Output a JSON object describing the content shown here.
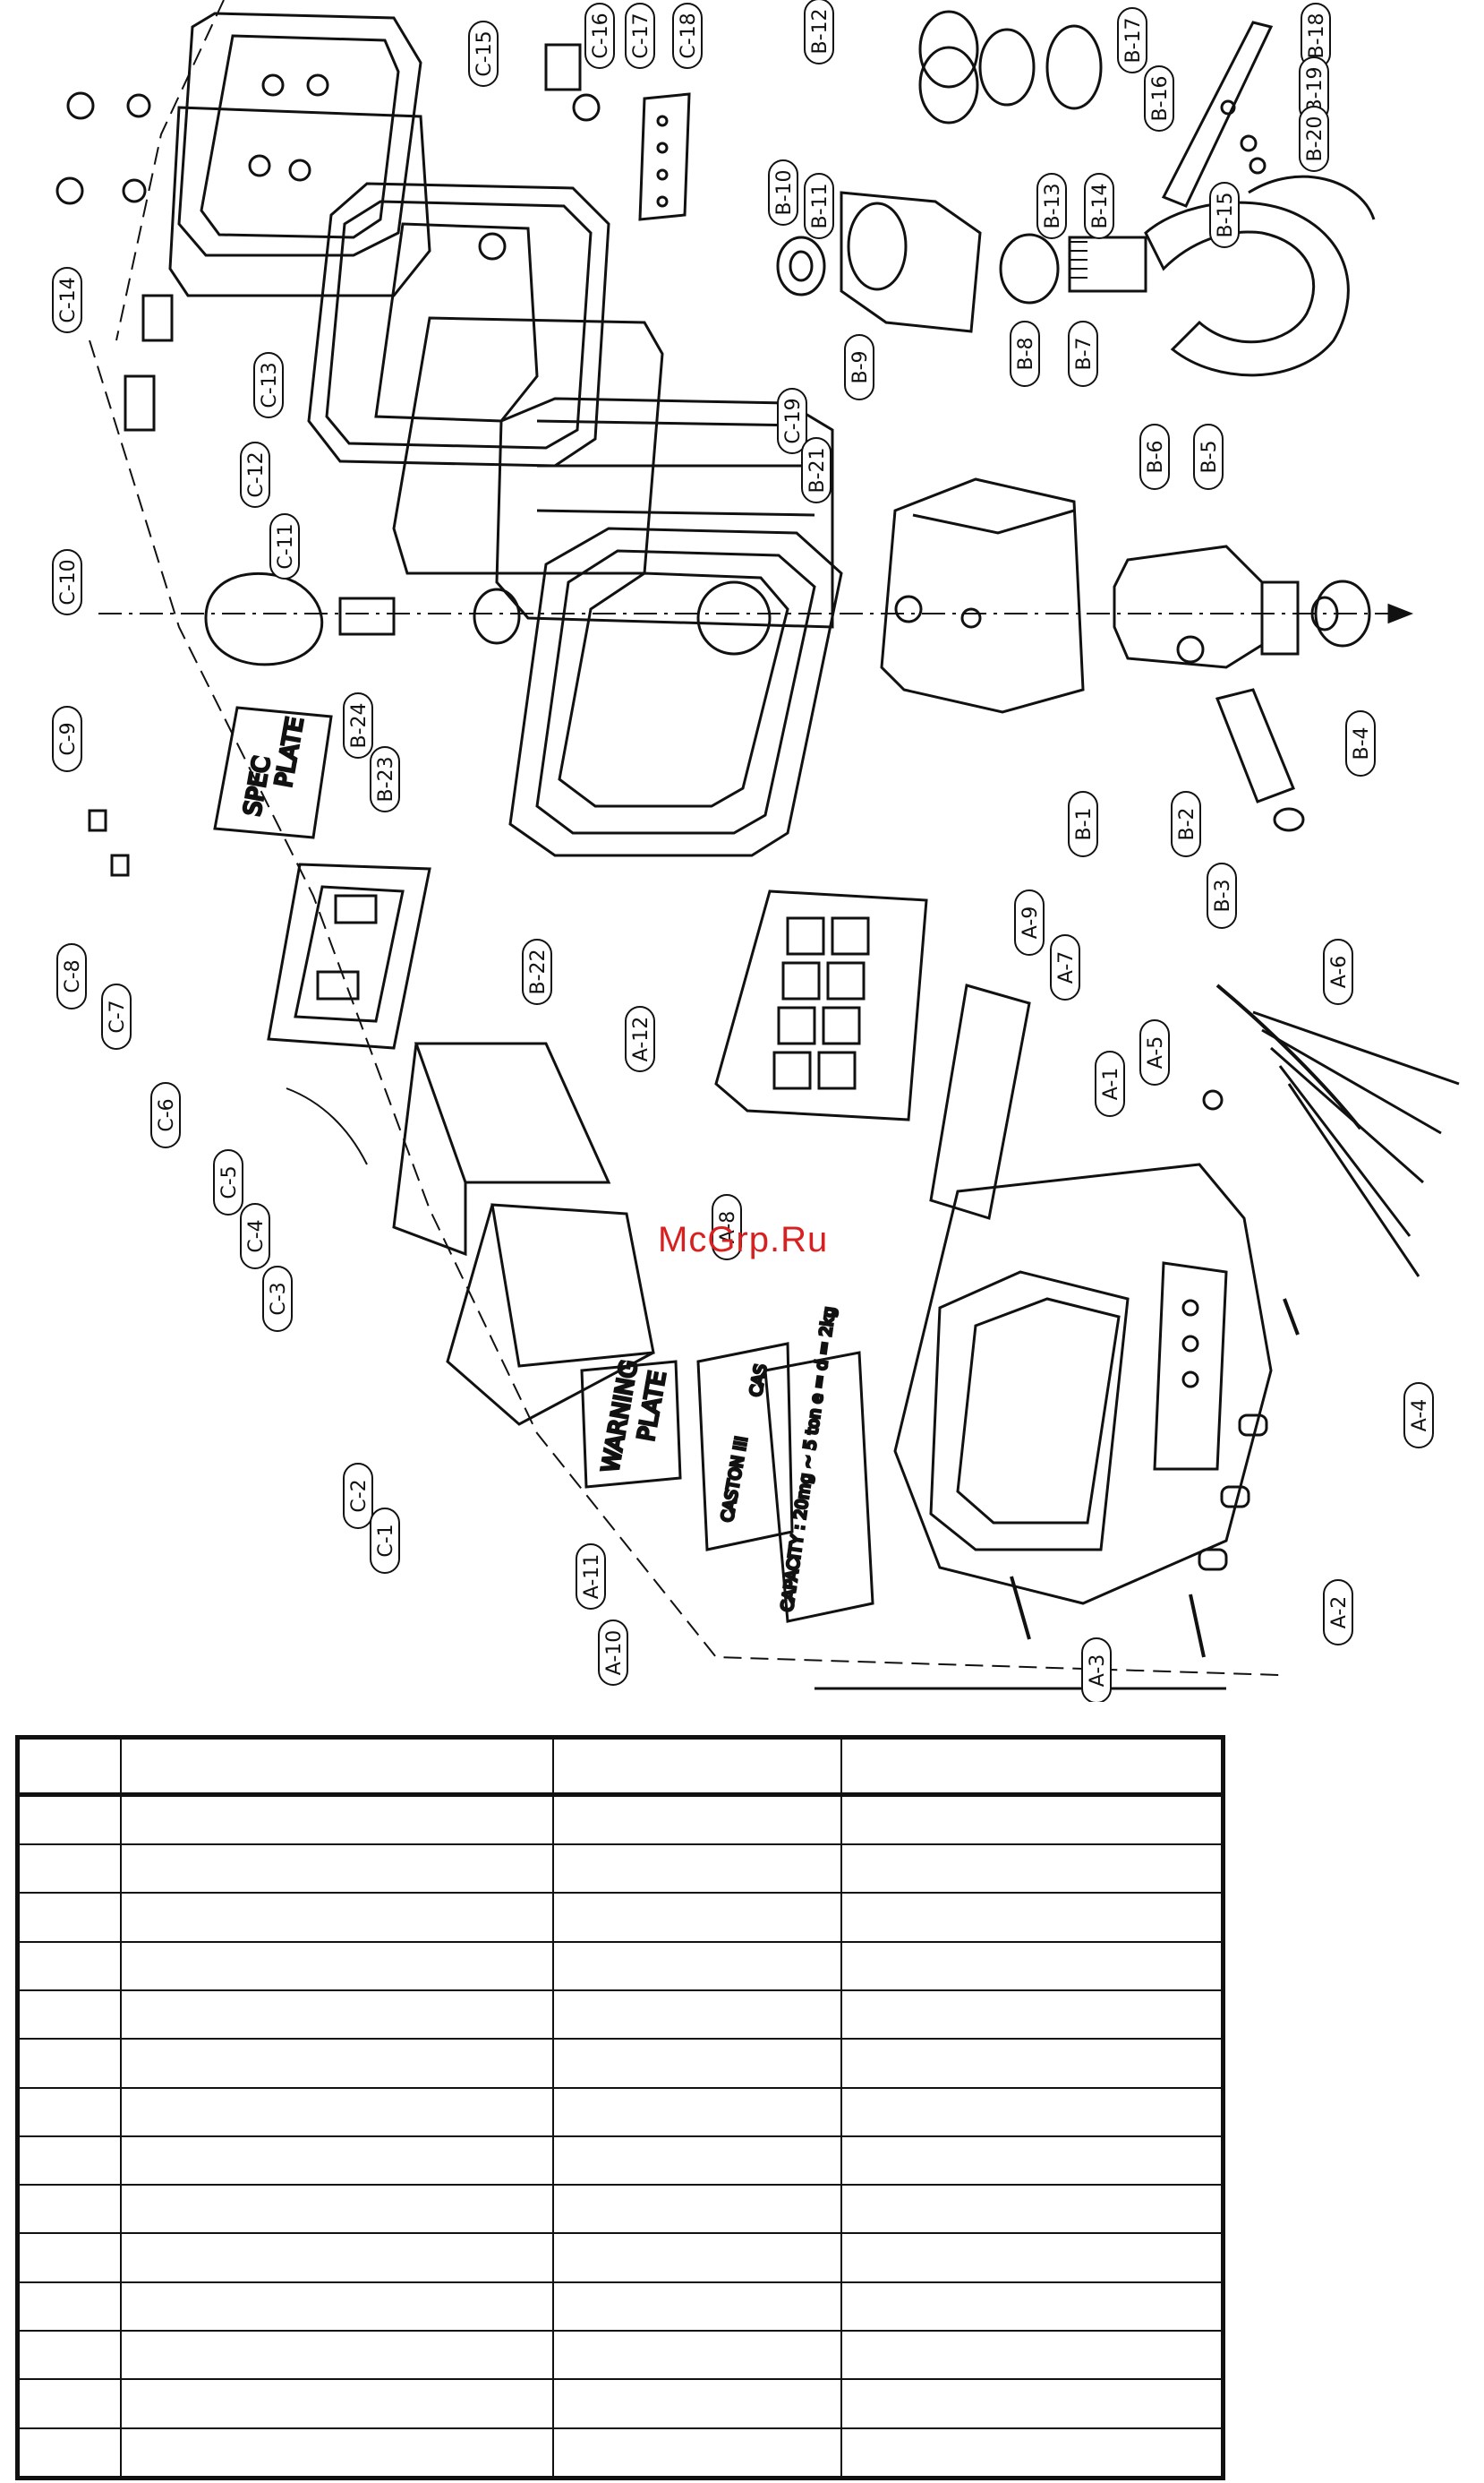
{
  "watermark": "McGrp.Ru",
  "plates": {
    "warning_line1": "WARNING",
    "warning_line2": "PLATE",
    "spec_line1": "SPEC",
    "spec_line2": "PLATE",
    "caston": "CASTON III",
    "cas": "CAS",
    "capacity": "CAPACITY : 20mg ~ 5 ton   e = d = 2kg"
  },
  "labels": [
    "C-15",
    "C-16",
    "C-17",
    "C-18",
    "B-12",
    "B-17",
    "B-18",
    "B-16",
    "B-19",
    "B-20",
    "B-13",
    "B-14",
    "B-15",
    "B-10",
    "B-11",
    "B-9",
    "B-8",
    "B-7",
    "C-14",
    "C-13",
    "C-12",
    "C-11",
    "C-10",
    "C-19",
    "B-21",
    "B-6",
    "B-5",
    "B-4",
    "B-24",
    "B-23",
    "B-1",
    "B-2",
    "B-3",
    "C-9",
    "C-8",
    "C-7",
    "C-6",
    "C-5",
    "C-4",
    "C-3",
    "C-2",
    "C-1",
    "B-22",
    "A-12",
    "A-9",
    "A-7",
    "A-6",
    "A-5",
    "A-1",
    "A-8",
    "A-11",
    "A-10",
    "A-4",
    "A-3",
    "A-2"
  ],
  "table": {
    "rows": 15,
    "columns": 4
  }
}
